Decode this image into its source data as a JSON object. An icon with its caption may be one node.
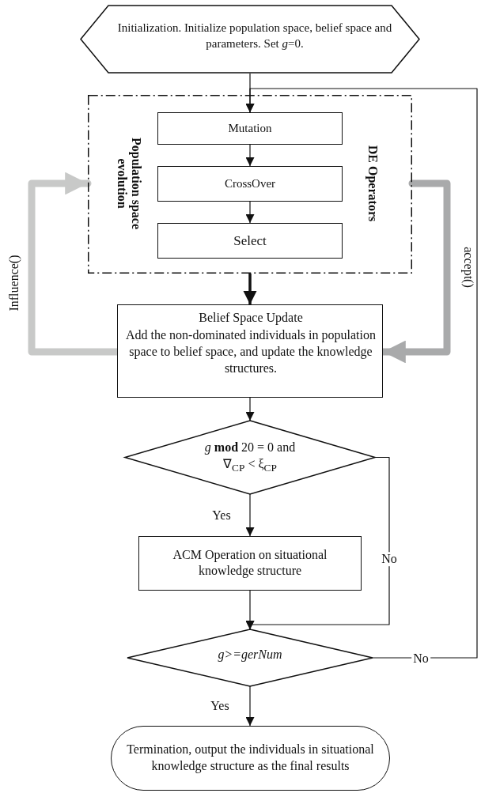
{
  "diagram": {
    "nodes": [
      {
        "text": [
          "Initialization. Initialize population space, belief space and parameters. Set *g*=0."
        ]
      },
      {
        "text": [
          "Population space evolution",
          "DE Operators"
        ]
      },
      {
        "text": [
          "Mutation"
        ],
        "in": 1
      },
      {
        "text": [
          "CrossOver"
        ],
        "in": 1
      },
      {
        "text": [
          "Select"
        ],
        "in": 1
      },
      {
        "text": [
          "Belief Space Update",
          "Add the non-dominated individuals in population space to belief space, and update the knowledge structures."
        ]
      },
      {
        "text": [
          "*g* **mod** 20 = 0 and ∇$_{CP}$ < ξ$_{CP}$"
        ]
      },
      {
        "text": [
          "ACM Operation on situational knowledge structure"
        ]
      },
      {
        "text": [
          "g>=gerNum"
        ]
      },
      {
        "text": [
          "Termination, output the individuals in situational knowledge structure as the final results"
        ]
      }
    ],
    "edges": [
      {
        "from": 0,
        "to": 2,
        "arrow": "to"
      },
      {
        "from": 2,
        "to": 3,
        "arrow": "to"
      },
      {
        "from": 3,
        "to": 4,
        "arrow": "to"
      },
      {
        "from": 1,
        "to": 5,
        "arrow": "to",
        "style": "thick"
      },
      {
        "from": 5,
        "to": 1,
        "arrow": "to",
        "label": "Influence()",
        "style": "thick",
        "color": "#c8c9c8"
      },
      {
        "from": 1,
        "to": 5,
        "arrow": "to",
        "label": "accept()",
        "style": "thick",
        "color": "#a9aaab"
      },
      {
        "from": 5,
        "to": 6,
        "arrow": "to"
      },
      {
        "from": 6,
        "to": 7,
        "arrow": "to",
        "label": "Yes"
      },
      {
        "from": 6,
        "to": 8,
        "arrow": "to",
        "label": "No"
      },
      {
        "from": 7,
        "to": 8,
        "arrow": "to"
      },
      {
        "from": 8,
        "to": 9,
        "arrow": "to",
        "label": "Yes"
      },
      {
        "from": 8,
        "to": 2,
        "arrow": "to",
        "label": "No"
      }
    ]
  }
}
